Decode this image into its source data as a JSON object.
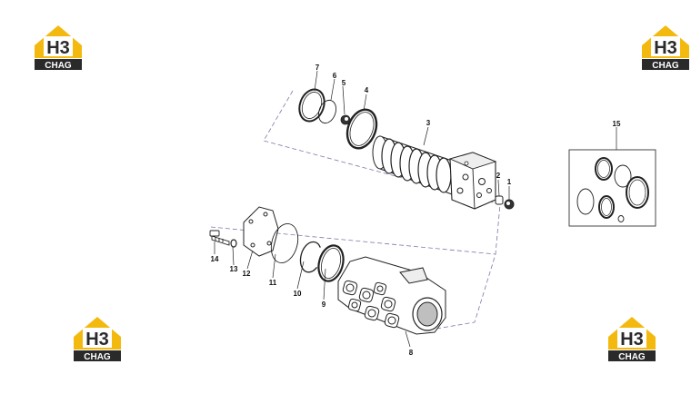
{
  "logo": {
    "mark": "H3",
    "word": "CHAG",
    "colors": {
      "yellow": "#f3b90f",
      "dark": "#2a2a2a",
      "white": "#ffffff"
    }
  },
  "parts": [
    {
      "num": "1"
    },
    {
      "num": "2"
    },
    {
      "num": "3"
    },
    {
      "num": "4"
    },
    {
      "num": "5"
    },
    {
      "num": "6"
    },
    {
      "num": "7"
    },
    {
      "num": "8"
    },
    {
      "num": "9"
    },
    {
      "num": "10"
    },
    {
      "num": "11"
    },
    {
      "num": "12"
    },
    {
      "num": "13"
    },
    {
      "num": "14"
    },
    {
      "num": "15"
    }
  ],
  "colors": {
    "line": "#222222",
    "dash": "#7a7aa8",
    "shade": "#bfbfbf"
  }
}
